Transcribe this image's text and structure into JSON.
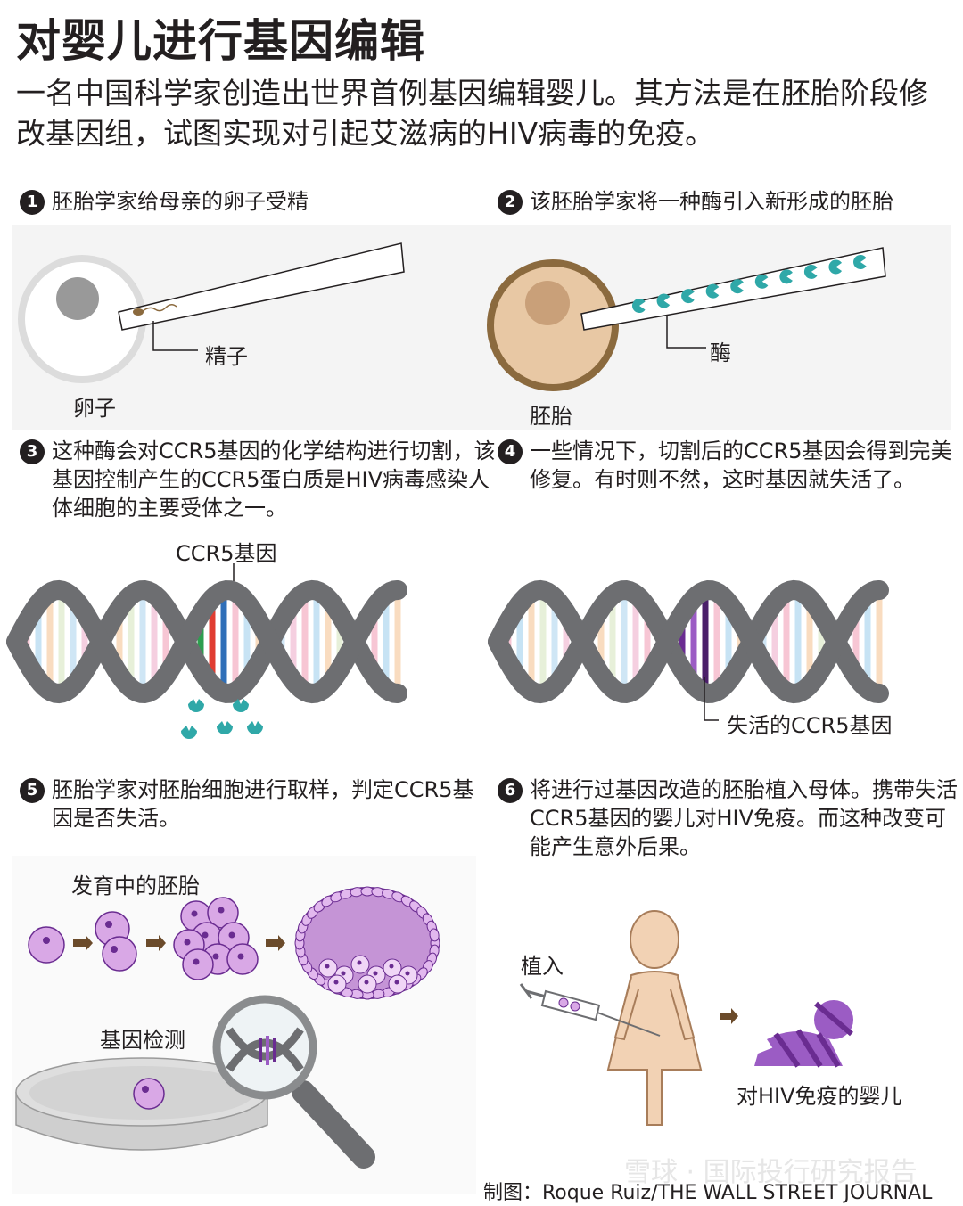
{
  "header": {
    "title": "对婴儿进行基因编辑",
    "subtitle": "一名中国科学家创造出世界首例基因编辑婴儿。其方法是在胚胎阶段修改基因组，试图实现对引起艾滋病的HIV病毒的免疫。"
  },
  "steps": [
    {
      "num": "1",
      "text": "胚胎学家给母亲的卵子受精"
    },
    {
      "num": "2",
      "text": "该胚胎学家将一种酶引入新形成的胚胎"
    },
    {
      "num": "3",
      "text": "这种酶会对CCR5基因的化学结构进行切割，该基因控制产生的CCR5蛋白质是HIV病毒感染人体细胞的主要受体之一。"
    },
    {
      "num": "4",
      "text": "一些情况下，切割后的CCR5基因会得到完美修复。有时则不然，这时基因就失活了。"
    },
    {
      "num": "5",
      "text": "胚胎学家对胚胎细胞进行取样，判定CCR5基因是否失活。"
    },
    {
      "num": "6",
      "text": "将进行过基因改造的胚胎植入母体。携带失活CCR5基因的婴儿对HIV免疫。而这种改变可能产生意外后果。"
    }
  ],
  "labels": {
    "sperm": "精子",
    "egg": "卵子",
    "enzyme": "酶",
    "embryo": "胚胎",
    "ccr5_gene": "CCR5基因",
    "inactive_gene": "失活的CCR5基因",
    "developing_embryo": "发育中的胚胎",
    "gene_test": "基因检测",
    "implant": "植入",
    "immune_baby": "对HIV免疫的婴儿"
  },
  "footer": {
    "credit": "制图：Roque Ruiz/THE WALL STREET JOURNAL",
    "watermark": "雪球 · 国际投行研究报告"
  },
  "colors": {
    "dna_gray": "#6d6e71",
    "teal": "#2fa8a8",
    "purple": "#c89ad6",
    "dark_purple": "#6a2c91",
    "embryo_tan": "#e8c8a4",
    "embryo_ring": "#8b6a3e",
    "skin": "#f2d2b4"
  }
}
